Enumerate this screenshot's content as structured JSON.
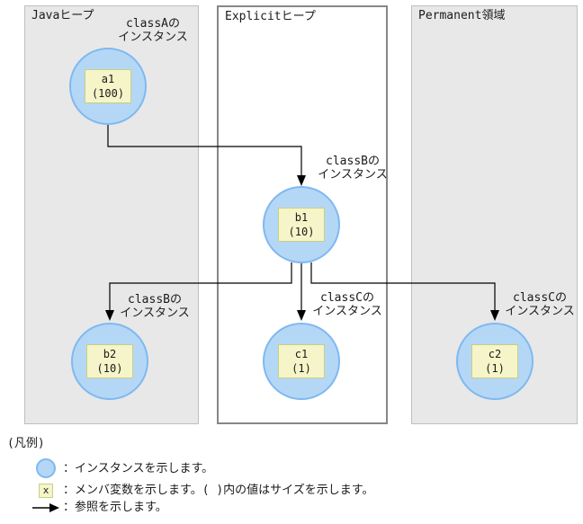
{
  "regions": [
    {
      "id": "java-heap",
      "label": "Javaヒープ"
    },
    {
      "id": "explicit-heap",
      "label": "Explicitヒープ"
    },
    {
      "id": "permanent-area",
      "label": "Permanent領域"
    }
  ],
  "instances": [
    {
      "id": "a1",
      "region": "java-heap",
      "label": "a1",
      "size": "(100)"
    },
    {
      "id": "b1",
      "region": "explicit-heap",
      "label": "b1",
      "size": "(10)"
    },
    {
      "id": "b2",
      "region": "java-heap",
      "label": "b2",
      "size": "(10)"
    },
    {
      "id": "c1",
      "region": "explicit-heap",
      "label": "c1",
      "size": "(1)"
    },
    {
      "id": "c2",
      "region": "permanent-area",
      "label": "c2",
      "size": "(1)"
    }
  ],
  "annotations": [
    {
      "target": "a1",
      "line1": "classAの",
      "line2": "インスタンス"
    },
    {
      "target": "b1",
      "line1": "classBの",
      "line2": "インスタンス"
    },
    {
      "target": "b2",
      "line1": "classBの",
      "line2": "インスタンス"
    },
    {
      "target": "c1",
      "line1": "classCの",
      "line2": "インスタンス"
    },
    {
      "target": "c2",
      "line1": "classCの",
      "line2": "インスタンス"
    }
  ],
  "references": [
    {
      "from": "a1",
      "to": "b1"
    },
    {
      "from": "b1",
      "to": "b2"
    },
    {
      "from": "b1",
      "to": "c1"
    },
    {
      "from": "b1",
      "to": "c2"
    }
  ],
  "legend": {
    "title": "(凡例)",
    "items": [
      {
        "icon": "instance-circle-icon",
        "text": "：インスタンスを示します。"
      },
      {
        "icon": "member-variable-box-icon",
        "icon_label": "x",
        "text": "：メンバ変数を示します。( )内の値はサイズを示します。"
      },
      {
        "icon": "reference-arrow-icon",
        "text": "：参照を示します。"
      }
    ]
  },
  "colors": {
    "instance_fill": "#b5d7f6",
    "instance_border": "#7fb9f0",
    "member_box_fill": "#f5f5c9",
    "member_box_border": "#c9cf7f",
    "heap_region_fill": "#e8e8e8",
    "heap_region_border": "#bfbfbf",
    "explicit_heap_border": "#878787",
    "arrow": "#000000"
  }
}
